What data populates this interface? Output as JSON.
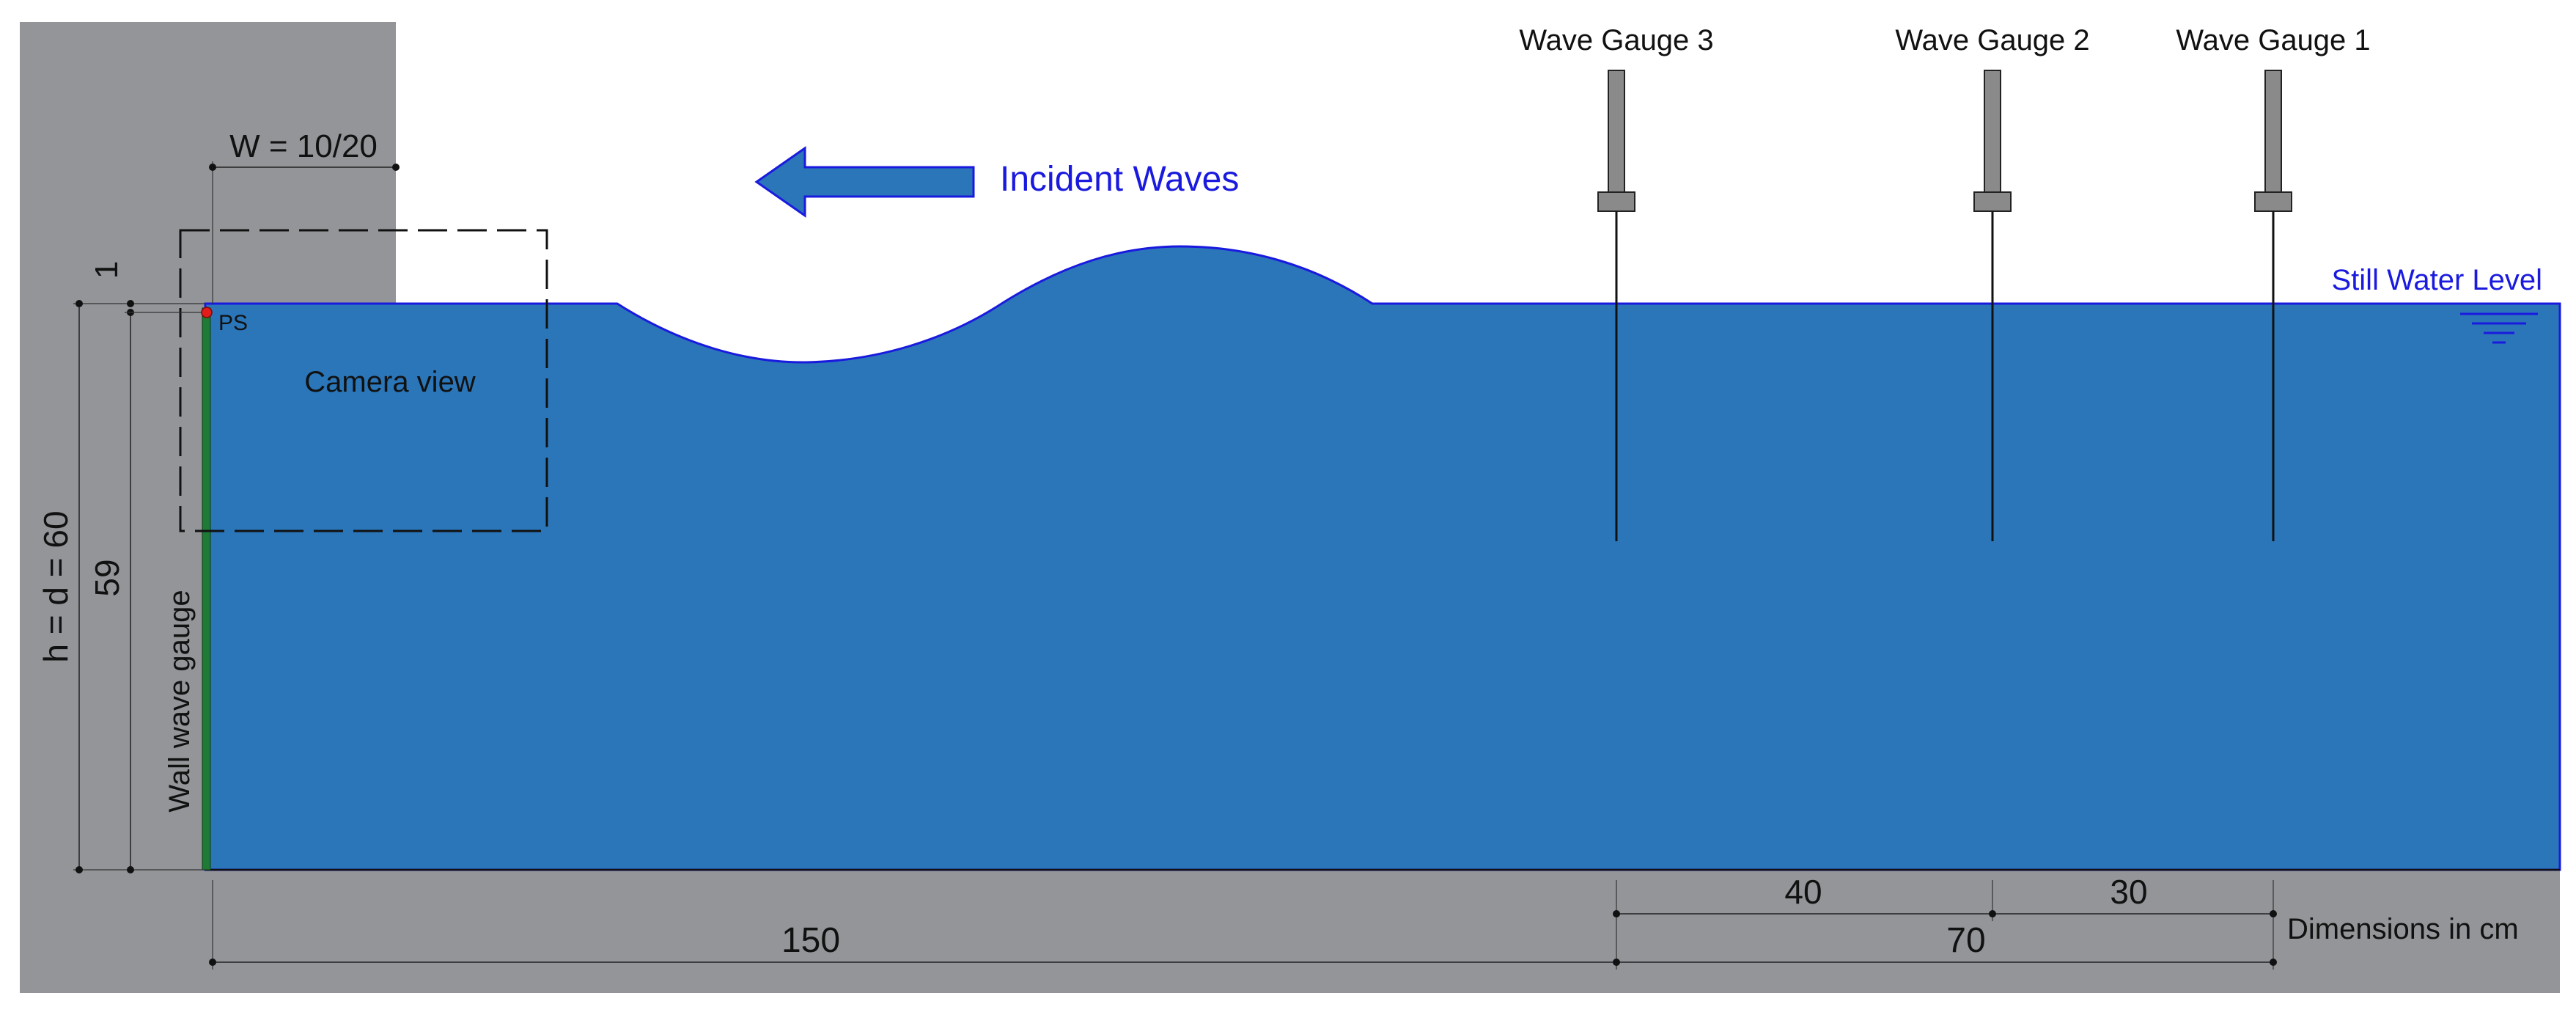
{
  "colors": {
    "wall": "#939598",
    "water": "#2a76b9",
    "water_outline": "#1a1adf",
    "gauge": "#8a8a8a",
    "wall_gauge": "#1f7a35",
    "sensor": "#e21b1b",
    "text_blue": "#1a1adf"
  },
  "labels": {
    "incident_waves": "Incident Waves",
    "still_water_level": "Still Water Level",
    "camera_view": "Camera view",
    "wall_wave_gauge": "Wall wave gauge",
    "ps": "PS",
    "wave_gauge_1": "Wave Gauge 1",
    "wave_gauge_2": "Wave Gauge 2",
    "wave_gauge_3": "Wave Gauge 3",
    "dimensions_note": "Dimensions in cm"
  },
  "dimensions": {
    "width": "W = 10/20",
    "freeboard": "1",
    "depth": "h = d = 60",
    "gauge_span": "59",
    "distance_wall_gauge3": "150",
    "distance_gauge3_gauge2": "40",
    "distance_gauge2_gauge1": "30",
    "distance_gauge3_gauge1": "70"
  }
}
